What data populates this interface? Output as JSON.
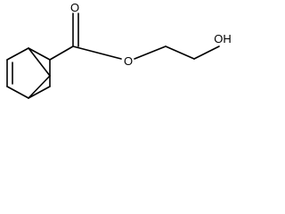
{
  "structure": {
    "atoms": {
      "ester_oxygen": "O",
      "carbonyl_oxygen": "O",
      "hydroxyl": "OH"
    }
  }
}
